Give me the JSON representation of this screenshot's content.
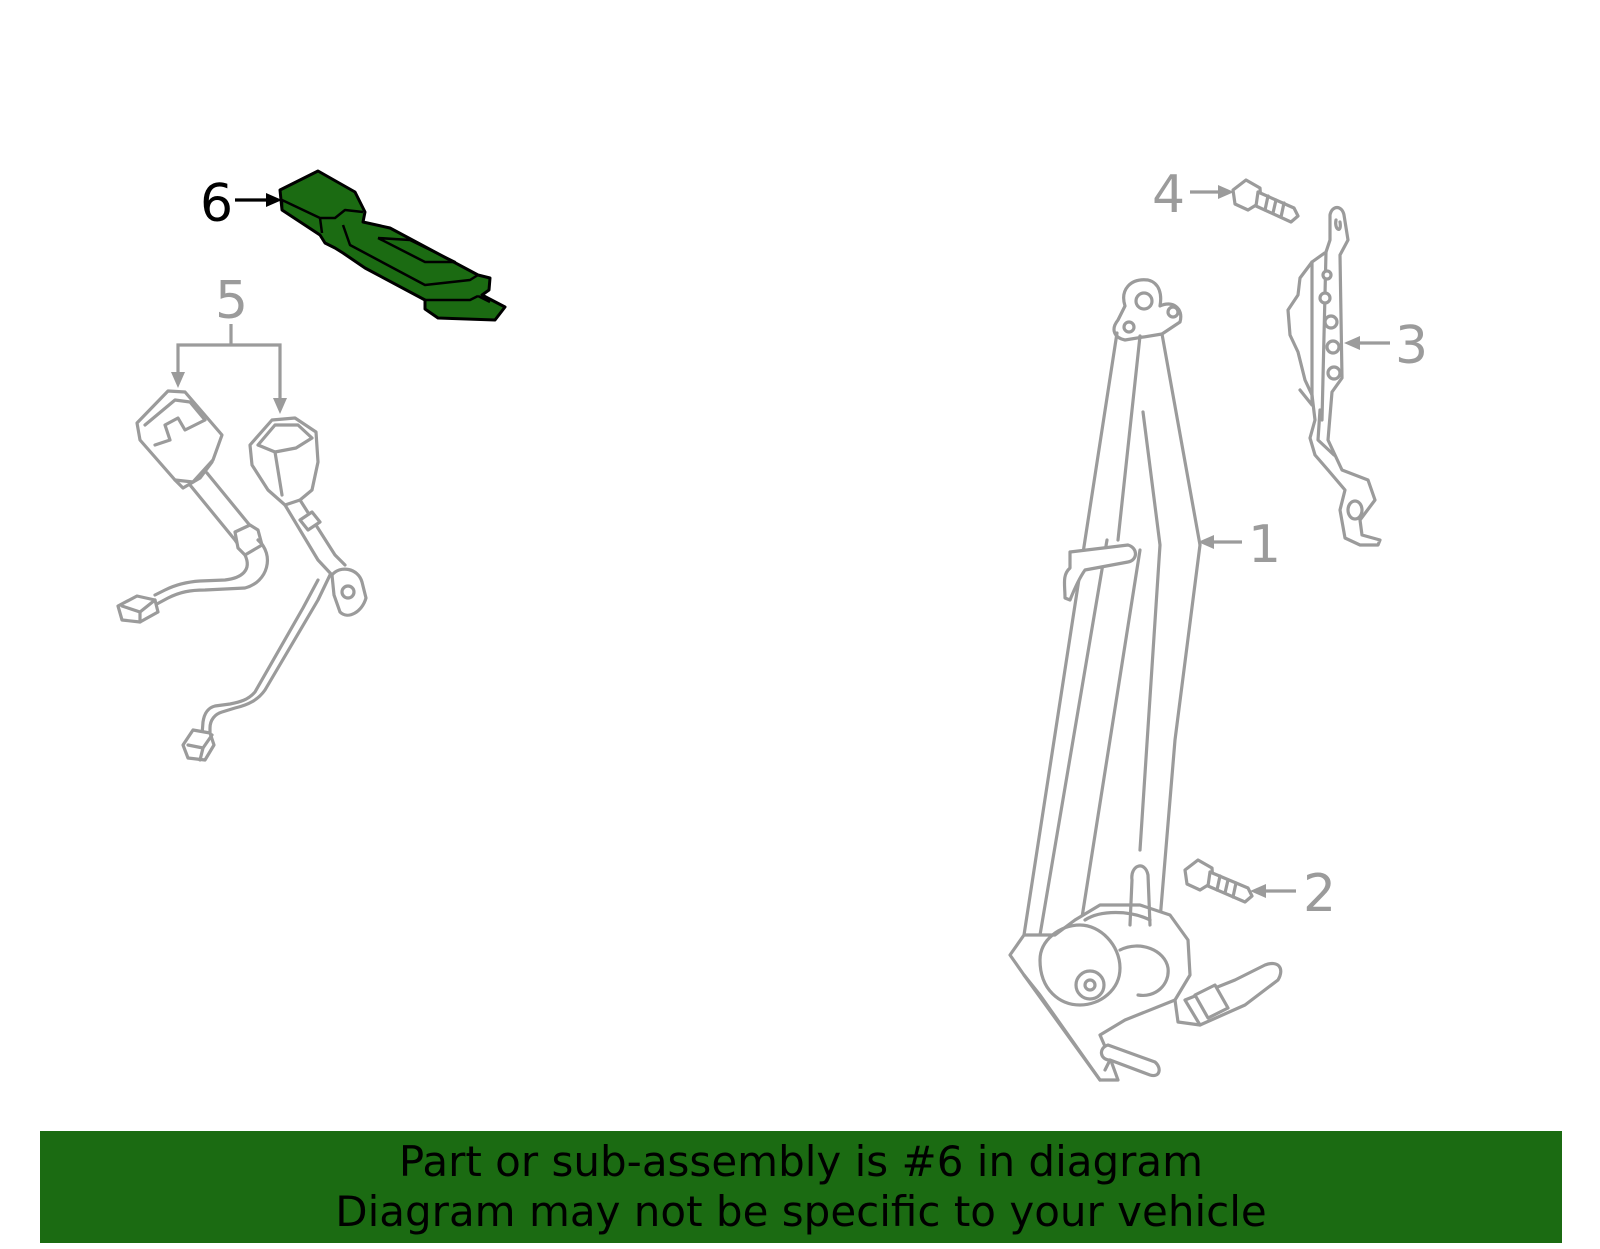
{
  "diagram": {
    "callouts": [
      {
        "id": "1",
        "label": "1"
      },
      {
        "id": "2",
        "label": "2"
      },
      {
        "id": "3",
        "label": "3"
      },
      {
        "id": "4",
        "label": "4"
      },
      {
        "id": "5",
        "label": "5"
      },
      {
        "id": "6",
        "label": "6",
        "highlighted": true
      }
    ],
    "highlight_color": "#1b6b12",
    "part_stroke_color": "#9b9b9b"
  },
  "banner": {
    "line1": "Part or sub-assembly is #6 in diagram",
    "line2": "Diagram may not be specific to your vehicle",
    "background": "#1b6b12"
  }
}
